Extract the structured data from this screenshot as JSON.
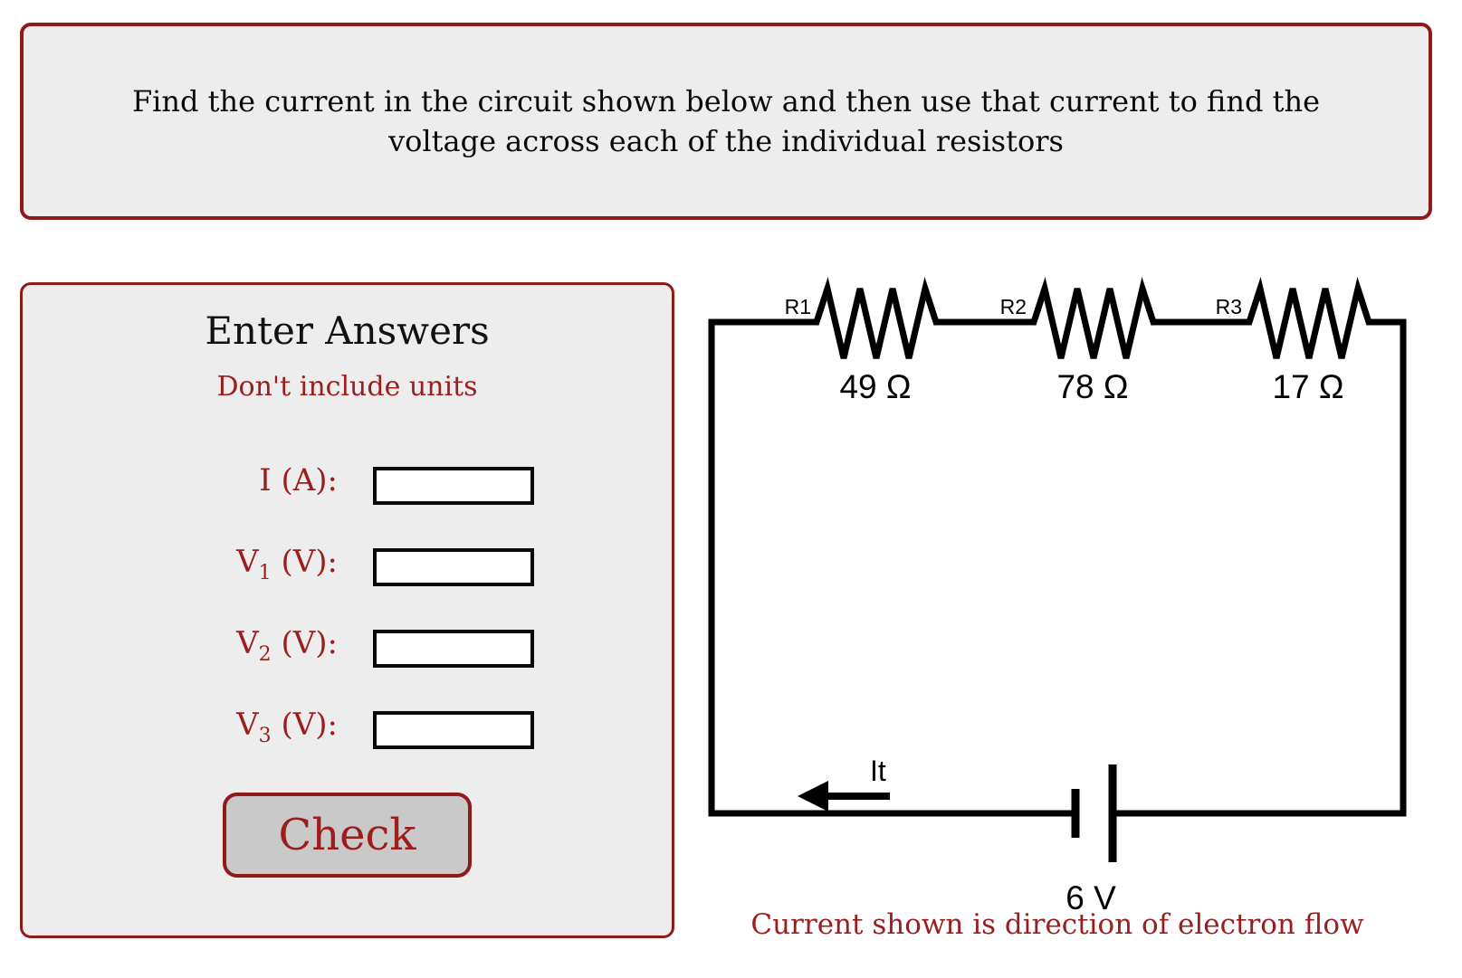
{
  "banner": {
    "lines": [
      "Find the current in the circuit shown below and then use that current to find the",
      "voltage across each of the individual resistors"
    ]
  },
  "answers_panel": {
    "title": "Enter Answers",
    "subtitle": "Don't include units",
    "fields": [
      {
        "base": "I",
        "sub": "",
        "suffix": " (A):",
        "value": ""
      },
      {
        "base": "V",
        "sub": "1",
        "suffix": " (V):",
        "value": ""
      },
      {
        "base": "V",
        "sub": "2",
        "suffix": " (V):",
        "value": ""
      },
      {
        "base": "V",
        "sub": "3",
        "suffix": " (V):",
        "value": ""
      }
    ],
    "check_button_label": "Check"
  },
  "circuit": {
    "resistors": [
      {
        "label": "R1",
        "value": "49 Ω"
      },
      {
        "label": "R2",
        "value": "78 Ω"
      },
      {
        "label": "R3",
        "value": "17 Ω"
      }
    ],
    "battery_label": "6 V",
    "current_arrow_label": "It",
    "caption": "Current shown is direction of electron flow"
  },
  "colors": {
    "accent_red": "#9C1D1D",
    "border_red": "#8E1B18",
    "panel_bg": "#EDEDED",
    "button_bg": "#C9C9C9",
    "ink": "#000000"
  }
}
